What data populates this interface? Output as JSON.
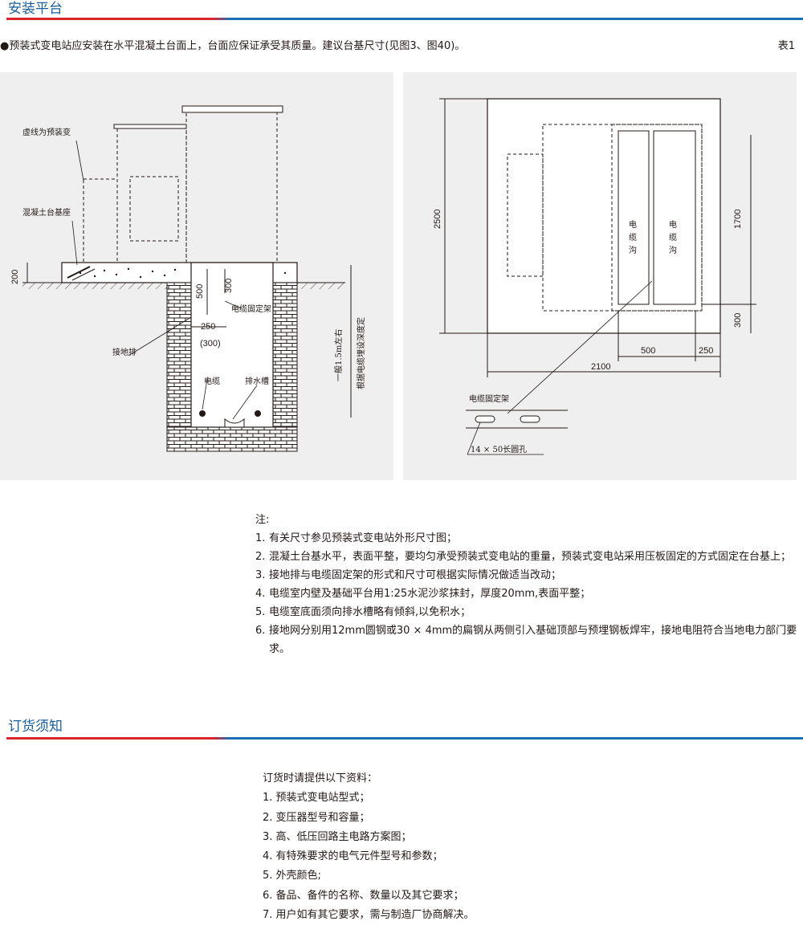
{
  "section1": {
    "title": "安装平台"
  },
  "intro": {
    "text": "●预装式变电站应安装在水平混凝土台面上，台面应保证承受其质量。建议台基尺寸(见图3、图40)。",
    "table_ref": "表1"
  },
  "fig_left": {
    "label_dashed": "虚线为预装变",
    "label_base": "混凝土台基座",
    "label_ground": "接地排",
    "label_bracket": "电缆固定架",
    "label_cable": "电缆",
    "label_drain": "排水槽",
    "dim_200": "200",
    "dim_500": "500",
    "dim_300": "300",
    "dim_250": "250",
    "dim_250b": "(300)",
    "dim_depth": "一般1.5m左右",
    "dim_depth2": "根据电缆埋设深度定"
  },
  "fig_right": {
    "dim_2500": "2500",
    "dim_1700": "1700",
    "dim_300": "300",
    "dim_500": "500",
    "dim_250": "250",
    "dim_2100": "2100",
    "trench_a": [
      "电",
      "缆",
      "沟"
    ],
    "trench_b": [
      "电",
      "缆",
      "沟"
    ],
    "label_bracket": "电缆固定架",
    "label_hole": "14 × 50长圆孔"
  },
  "notes": {
    "title": "注:",
    "items": [
      {
        "num": "1.",
        "text": "有关尺寸参见预装式变电站外形尺寸图；"
      },
      {
        "num": "2.",
        "text": "混凝土台基水平，表面平整，要均匀承受预装式变电站的重量，预装式变电站采用压板固定的方式固定在台基上；"
      },
      {
        "num": "3.",
        "text": "接地排与电缆固定架的形式和尺寸可根据实际情况做适当改动；"
      },
      {
        "num": "4.",
        "text": "电缆室内壁及基础平台用1:25水泥沙浆抹封，厚度20mm,表面平整；"
      },
      {
        "num": "5.",
        "text": "电缆室底面须向排水槽略有倾斜,以免积水；"
      },
      {
        "num": "6.",
        "text": "接地网分别用12mm圆钢或30 × 4mm的扁钢从两侧引入基础顶部与预埋钢板焊牢，接地电阻符合当地电力部门要求。"
      }
    ]
  },
  "section2": {
    "title": "订货须知"
  },
  "order": {
    "title": "订货时请提供以下资料：",
    "items": [
      "1. 预装式变电站型式；",
      "2. 变压器型号和容量；",
      "3. 高、低压回路主电路方案图；",
      "4. 有特殊要求的电气元件型号和参数；",
      "5. 外壳颜色;",
      "6. 备品、备件的名称、数量以及其它要求；",
      "7. 用户如有其它要求，需与制造厂协商解决。"
    ]
  }
}
